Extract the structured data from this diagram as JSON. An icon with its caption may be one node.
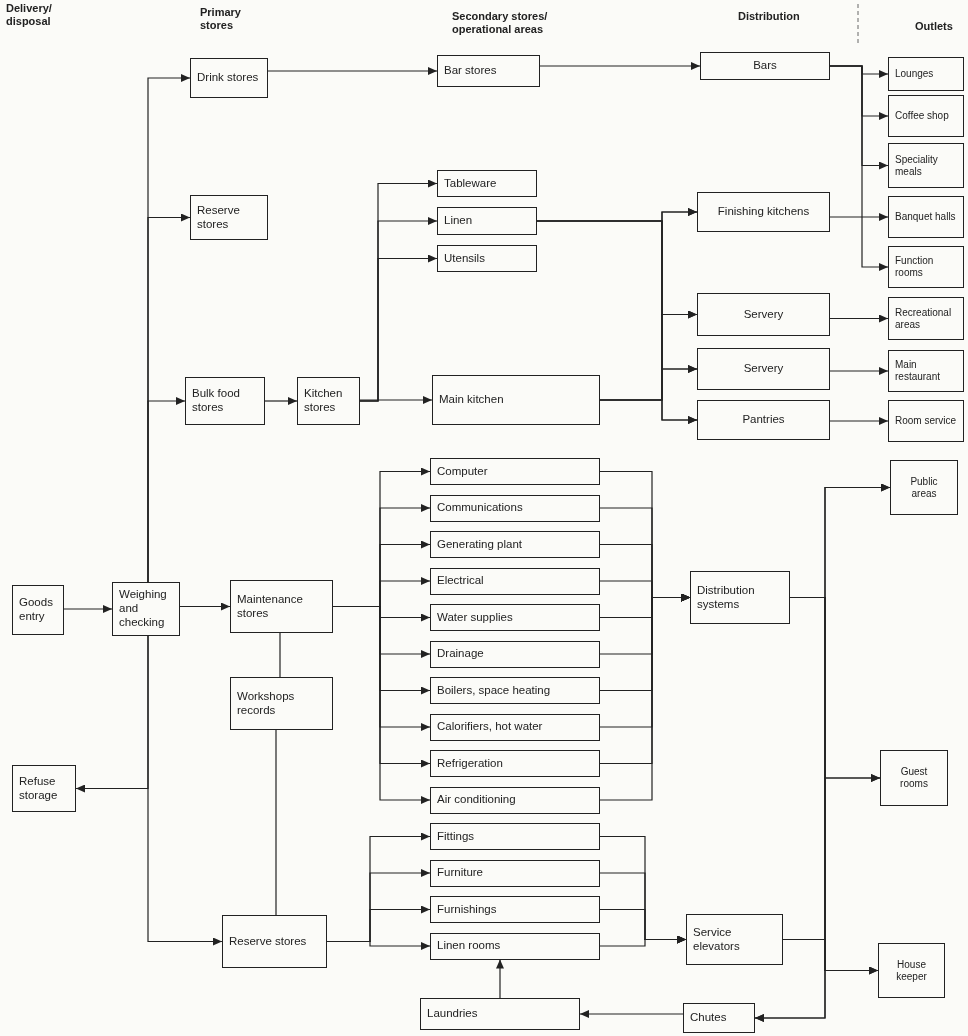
{
  "diagram": {
    "nodes": [
      {
        "text": [
          "Goods entry"
        ]
      },
      {
        "text": [
          "Weighing and checking"
        ]
      },
      {
        "text": [
          "Drink stores"
        ]
      },
      {
        "text": [
          "Reserve stores"
        ]
      },
      {
        "text": [
          "Bulk food stores"
        ]
      },
      {
        "text": [
          "Kitchen stores"
        ]
      },
      {
        "text": [
          "Maintenance stores"
        ]
      },
      {
        "text": [
          "Workshops records"
        ]
      },
      {
        "text": [
          "Reserve stores"
        ]
      },
      {
        "text": [
          "Refuse storage"
        ]
      },
      {
        "text": [
          "Bar stores"
        ]
      },
      {
        "text": [
          "Tableware"
        ]
      },
      {
        "text": [
          "Linen"
        ]
      },
      {
        "text": [
          "Utensils"
        ]
      },
      {
        "text": [
          "Main kitchen"
        ]
      },
      {
        "text": [
          "Computer"
        ]
      },
      {
        "text": [
          "Communications"
        ]
      },
      {
        "text": [
          "Generating plant"
        ]
      },
      {
        "text": [
          "Electrical"
        ]
      },
      {
        "text": [
          "Water supplies"
        ]
      },
      {
        "text": [
          "Drainage"
        ]
      },
      {
        "text": [
          "Boilers, space heating"
        ]
      },
      {
        "text": [
          "Calorifiers, hot water"
        ]
      },
      {
        "text": [
          "Refrigeration"
        ]
      },
      {
        "text": [
          "Air conditioning"
        ]
      },
      {
        "text": [
          "Fittings"
        ]
      },
      {
        "text": [
          "Furniture"
        ]
      },
      {
        "text": [
          "Furnishings"
        ]
      },
      {
        "text": [
          "Linen rooms"
        ]
      },
      {
        "text": [
          "Laundries"
        ]
      },
      {
        "text": [
          "Bars"
        ]
      },
      {
        "text": [
          "Finishing kitchens"
        ]
      },
      {
        "text": [
          "Servery"
        ]
      },
      {
        "text": [
          "Servery"
        ]
      },
      {
        "text": [
          "Pantries"
        ]
      },
      {
        "text": [
          "Distribution systems"
        ]
      },
      {
        "text": [
          "Service elevators"
        ]
      },
      {
        "text": [
          "Chutes"
        ]
      },
      {
        "text": [
          "Lounges"
        ]
      },
      {
        "text": [
          "Coffee shop"
        ]
      },
      {
        "text": [
          "Speciality meals"
        ]
      },
      {
        "text": [
          "Banquet halls"
        ]
      },
      {
        "text": [
          "Function rooms"
        ]
      },
      {
        "text": [
          "Recreational areas"
        ]
      },
      {
        "text": [
          "Main restaurant"
        ]
      },
      {
        "text": [
          "Room service"
        ]
      },
      {
        "text": [
          "Public areas"
        ]
      },
      {
        "text": [
          "Guest rooms"
        ]
      },
      {
        "text": [
          "House keeper"
        ]
      }
    ],
    "edges": [
      {
        "from": 0,
        "to": 1,
        "arrow": "to"
      },
      {
        "from": 1,
        "to": 2,
        "arrow": "to"
      },
      {
        "from": 1,
        "to": 3,
        "arrow": "to"
      },
      {
        "from": 1,
        "to": 4,
        "arrow": "to"
      },
      {
        "from": 1,
        "to": 6,
        "arrow": "to"
      },
      {
        "from": 1,
        "to": 8,
        "arrow": "to"
      },
      {
        "from": 1,
        "to": 9,
        "arrow": "to"
      },
      {
        "from": 2,
        "to": 10,
        "arrow": "to"
      },
      {
        "from": 10,
        "to": 30,
        "arrow": "to"
      },
      {
        "from": 30,
        "to": 38,
        "arrow": "to"
      },
      {
        "from": 30,
        "to": 39,
        "arrow": "to"
      },
      {
        "from": 30,
        "to": 40,
        "arrow": "to"
      },
      {
        "from": 30,
        "to": 42,
        "arrow": "to"
      },
      {
        "from": 31,
        "to": 41,
        "arrow": "to"
      },
      {
        "from": 4,
        "to": 5,
        "arrow": "to"
      },
      {
        "from": 5,
        "to": 11,
        "arrow": "to"
      },
      {
        "from": 5,
        "to": 12,
        "arrow": "to"
      },
      {
        "from": 5,
        "to": 13,
        "arrow": "to"
      },
      {
        "from": 5,
        "to": 14,
        "arrow": "to"
      },
      {
        "from": 12,
        "to": 31,
        "arrow": "to"
      },
      {
        "from": 12,
        "to": 32,
        "arrow": "to"
      },
      {
        "from": 12,
        "to": 33,
        "arrow": "to"
      },
      {
        "from": 12,
        "to": 34,
        "arrow": "to"
      },
      {
        "from": 14,
        "to": 31,
        "arrow": "to"
      },
      {
        "from": 14,
        "to": 32,
        "arrow": "to"
      },
      {
        "from": 14,
        "to": 33,
        "arrow": "to"
      },
      {
        "from": 14,
        "to": 34,
        "arrow": "to"
      },
      {
        "from": 32,
        "to": 43,
        "arrow": "to"
      },
      {
        "from": 33,
        "to": 44,
        "arrow": "to"
      },
      {
        "from": 34,
        "to": 45,
        "arrow": "to"
      },
      {
        "from": 6,
        "to": 7,
        "arrow": "none"
      },
      {
        "from": 7,
        "to": 8,
        "arrow": "none"
      },
      {
        "from": 6,
        "to": 15,
        "arrow": "to"
      },
      {
        "from": 6,
        "to": 16,
        "arrow": "to"
      },
      {
        "from": 6,
        "to": 17,
        "arrow": "to"
      },
      {
        "from": 6,
        "to": 18,
        "arrow": "to"
      },
      {
        "from": 6,
        "to": 19,
        "arrow": "to"
      },
      {
        "from": 6,
        "to": 20,
        "arrow": "to"
      },
      {
        "from": 6,
        "to": 21,
        "arrow": "to"
      },
      {
        "from": 6,
        "to": 22,
        "arrow": "to"
      },
      {
        "from": 6,
        "to": 23,
        "arrow": "to"
      },
      {
        "from": 6,
        "to": 24,
        "arrow": "to"
      },
      {
        "from": 8,
        "to": 25,
        "arrow": "to"
      },
      {
        "from": 8,
        "to": 26,
        "arrow": "to"
      },
      {
        "from": 8,
        "to": 27,
        "arrow": "to"
      },
      {
        "from": 8,
        "to": 28,
        "arrow": "to"
      },
      {
        "from": 15,
        "to": 35,
        "arrow": "to"
      },
      {
        "from": 16,
        "to": 35,
        "arrow": "to"
      },
      {
        "from": 17,
        "to": 35,
        "arrow": "to"
      },
      {
        "from": 18,
        "to": 35,
        "arrow": "to"
      },
      {
        "from": 19,
        "to": 35,
        "arrow": "to"
      },
      {
        "from": 20,
        "to": 35,
        "arrow": "to"
      },
      {
        "from": 21,
        "to": 35,
        "arrow": "to"
      },
      {
        "from": 22,
        "to": 35,
        "arrow": "to"
      },
      {
        "from": 23,
        "to": 35,
        "arrow": "to"
      },
      {
        "from": 24,
        "to": 35,
        "arrow": "to"
      },
      {
        "from": 25,
        "to": 36,
        "arrow": "to"
      },
      {
        "from": 26,
        "to": 36,
        "arrow": "to"
      },
      {
        "from": 27,
        "to": 36,
        "arrow": "to"
      },
      {
        "from": 28,
        "to": 36,
        "arrow": "to"
      },
      {
        "from": 35,
        "to": 46,
        "arrow": "to"
      },
      {
        "from": 35,
        "to": 47,
        "arrow": "to"
      },
      {
        "from": 35,
        "to": 48,
        "arrow": "to"
      },
      {
        "from": 35,
        "to": 37,
        "arrow": "to"
      },
      {
        "from": 36,
        "to": 46,
        "arrow": "to"
      },
      {
        "from": 36,
        "to": 47,
        "arrow": "to"
      },
      {
        "from": 36,
        "to": 48,
        "arrow": "to"
      },
      {
        "from": 36,
        "to": 37,
        "arrow": "to"
      },
      {
        "from": 37,
        "to": 29,
        "arrow": "to"
      },
      {
        "from": 29,
        "to": 28,
        "arrow": "to"
      }
    ],
    "labels": [
      "Delivery/ disposal",
      "Primary stores",
      "Secondary stores/ operational areas",
      "Distribution",
      "Outlets"
    ]
  }
}
